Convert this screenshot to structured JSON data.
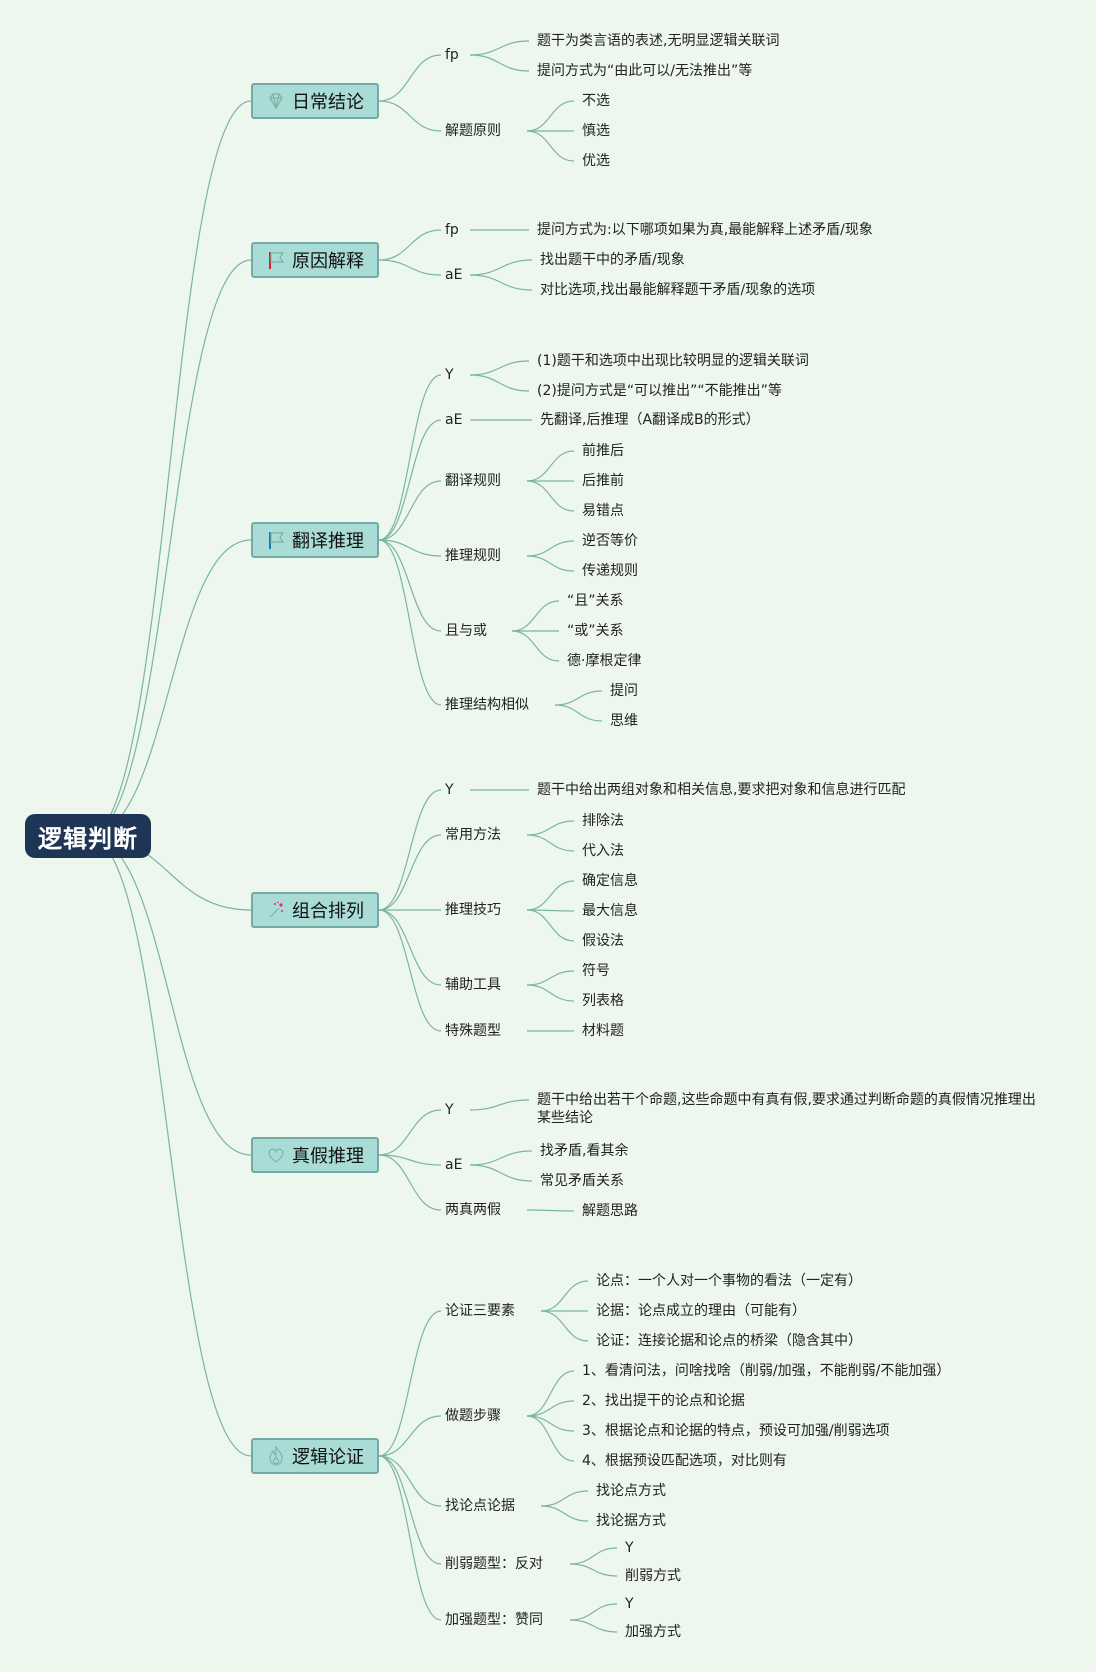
{
  "root": "逻辑判断",
  "colors": {
    "line": "#7ab5a4",
    "root_fill": "#1e3556",
    "topic_fill": "#a9dbd7"
  },
  "topics": [
    {
      "label": "日常结论",
      "icon": "gem-icon",
      "children": [
        {
          "label": "fp",
          "children": [
            "题干为类言语的表述,无明显逻辑关联词",
            "提问方式为“由此可以/无法推出”等"
          ]
        },
        {
          "label": "解题原则",
          "children": [
            "不选",
            "慎选",
            "优选"
          ]
        }
      ]
    },
    {
      "label": "原因解释",
      "icon": "red-flag-icon",
      "children": [
        {
          "label": "fp",
          "children": [
            "提问方式为:以下哪项如果为真,最能解释上述矛盾/现象"
          ]
        },
        {
          "label": "aE",
          "children": [
            "找出题干中的矛盾/现象",
            "对比选项,找出最能解释题干矛盾/现象的选项"
          ]
        }
      ]
    },
    {
      "label": "翻译推理",
      "icon": "blue-flag-icon",
      "children": [
        {
          "label": "Y",
          "children": [
            "(1)题干和选项中出现比较明显的逻辑关联词",
            "(2)提问方式是“可以推出”“不能推出”等"
          ]
        },
        {
          "label": "aE",
          "children": [
            "先翻译,后推理（A翻译成B的形式）"
          ]
        },
        {
          "label": "翻译规则",
          "children": [
            "前推后",
            "后推前",
            "易错点"
          ]
        },
        {
          "label": "推理规则",
          "children": [
            "逆否等价",
            "传递规则"
          ]
        },
        {
          "label": "且与或",
          "children": [
            "“且”关系",
            "“或”关系",
            "德·摩根定律"
          ]
        },
        {
          "label": "推理结构相似",
          "children": [
            "提问",
            "思维"
          ]
        }
      ]
    },
    {
      "label": "组合排列",
      "icon": "magic-wand-icon",
      "children": [
        {
          "label": "Y",
          "children": [
            "题干中给出两组对象和相关信息,要求把对象和信息进行匹配"
          ]
        },
        {
          "label": "常用方法",
          "children": [
            "排除法",
            "代入法"
          ]
        },
        {
          "label": "推理技巧",
          "children": [
            "确定信息",
            "最大信息",
            "假设法"
          ]
        },
        {
          "label": "辅助工具",
          "children": [
            "符号",
            "列表格"
          ]
        },
        {
          "label": "特殊题型",
          "children": [
            "材料题"
          ]
        }
      ]
    },
    {
      "label": "真假推理",
      "icon": "heart-icon",
      "children": [
        {
          "label": "Y",
          "children": [
            "题干中给出若干个命题,这些命题中有真有假,要求通过判断命题的真假情况推理出某些结论"
          ]
        },
        {
          "label": "aE",
          "children": [
            "找矛盾,看其余",
            "常见矛盾关系"
          ]
        },
        {
          "label": "两真两假",
          "children": [
            "解题思路"
          ]
        }
      ]
    },
    {
      "label": "逻辑论证",
      "icon": "fire-icon",
      "children": [
        {
          "label": "论证三要素",
          "children": [
            "论点：一个人对一个事物的看法（一定有）",
            "论据：论点成立的理由（可能有）",
            "论证：连接论据和论点的桥梁（隐含其中）"
          ]
        },
        {
          "label": "做题步骤",
          "children": [
            "1、看清问法，问啥找啥（削弱/加强，不能削弱/不能加强）",
            "2、找出提干的论点和论据",
            "3、根据论点和论据的特点，预设可加强/削弱选项",
            "4、根据预设匹配选项，对比则有"
          ]
        },
        {
          "label": "找论点论据",
          "children": [
            "找论点方式",
            "找论据方式"
          ]
        },
        {
          "label": "削弱题型：反对",
          "children": [
            "Y",
            "削弱方式"
          ]
        },
        {
          "label": "加强题型：赞同",
          "children": [
            "Y",
            "加强方式"
          ]
        }
      ]
    }
  ]
}
